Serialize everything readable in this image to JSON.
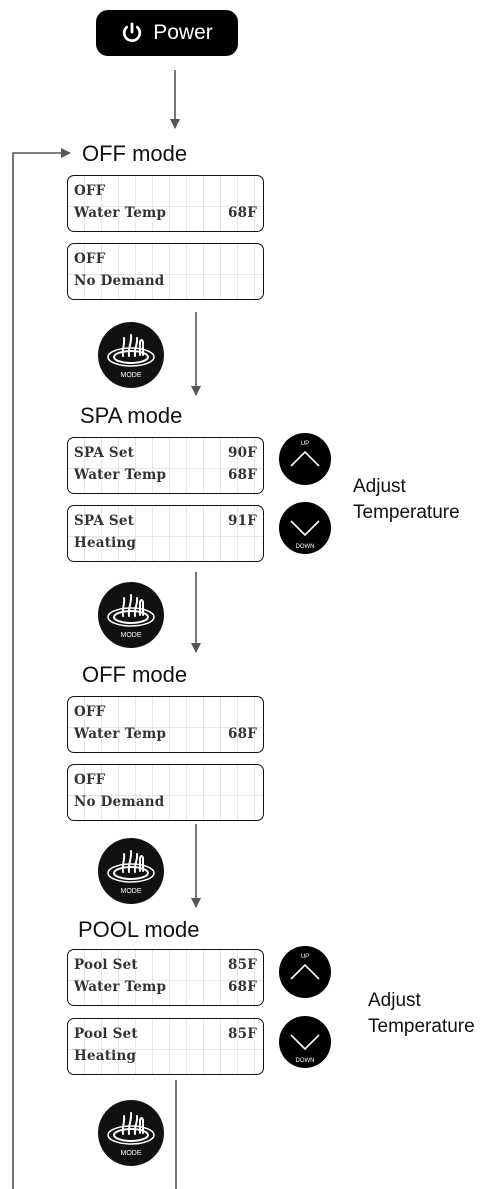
{
  "power": {
    "label": "Power",
    "icon": "power-icon"
  },
  "steps": [
    {
      "title": "OFF mode",
      "displays": [
        {
          "line1_left": "OFF",
          "line1_right": "",
          "line2_left": "Water Temp",
          "line2_right": "68F"
        },
        {
          "line1_left": "OFF",
          "line1_right": "",
          "line2_left": "No Demand",
          "line2_right": ""
        }
      ]
    },
    {
      "title": "SPA mode",
      "displays": [
        {
          "line1_left": "SPA Set",
          "line1_right": "90F",
          "line2_left": "Water Temp",
          "line2_right": "68F"
        },
        {
          "line1_left": "SPA Set",
          "line1_right": "91F",
          "line2_left": "Heating",
          "line2_right": ""
        }
      ],
      "adjust": {
        "line1": "Adjust",
        "line2": "Temperature",
        "up_label": "UP",
        "down_label": "DOWN"
      }
    },
    {
      "title": "OFF mode",
      "displays": [
        {
          "line1_left": "OFF",
          "line1_right": "",
          "line2_left": "Water Temp",
          "line2_right": "68F"
        },
        {
          "line1_left": "OFF",
          "line1_right": "",
          "line2_left": "No Demand",
          "line2_right": ""
        }
      ]
    },
    {
      "title": "POOL mode",
      "displays": [
        {
          "line1_left": "Pool Set",
          "line1_right": "85F",
          "line2_left": "Water Temp",
          "line2_right": "68F"
        },
        {
          "line1_left": "Pool Set",
          "line1_right": "85F",
          "line2_left": "Heating",
          "line2_right": ""
        }
      ],
      "adjust": {
        "line1": "Adjust",
        "line2": "Temperature",
        "up_label": "UP",
        "down_label": "DOWN"
      }
    }
  ],
  "mode_button_label": "MODE"
}
